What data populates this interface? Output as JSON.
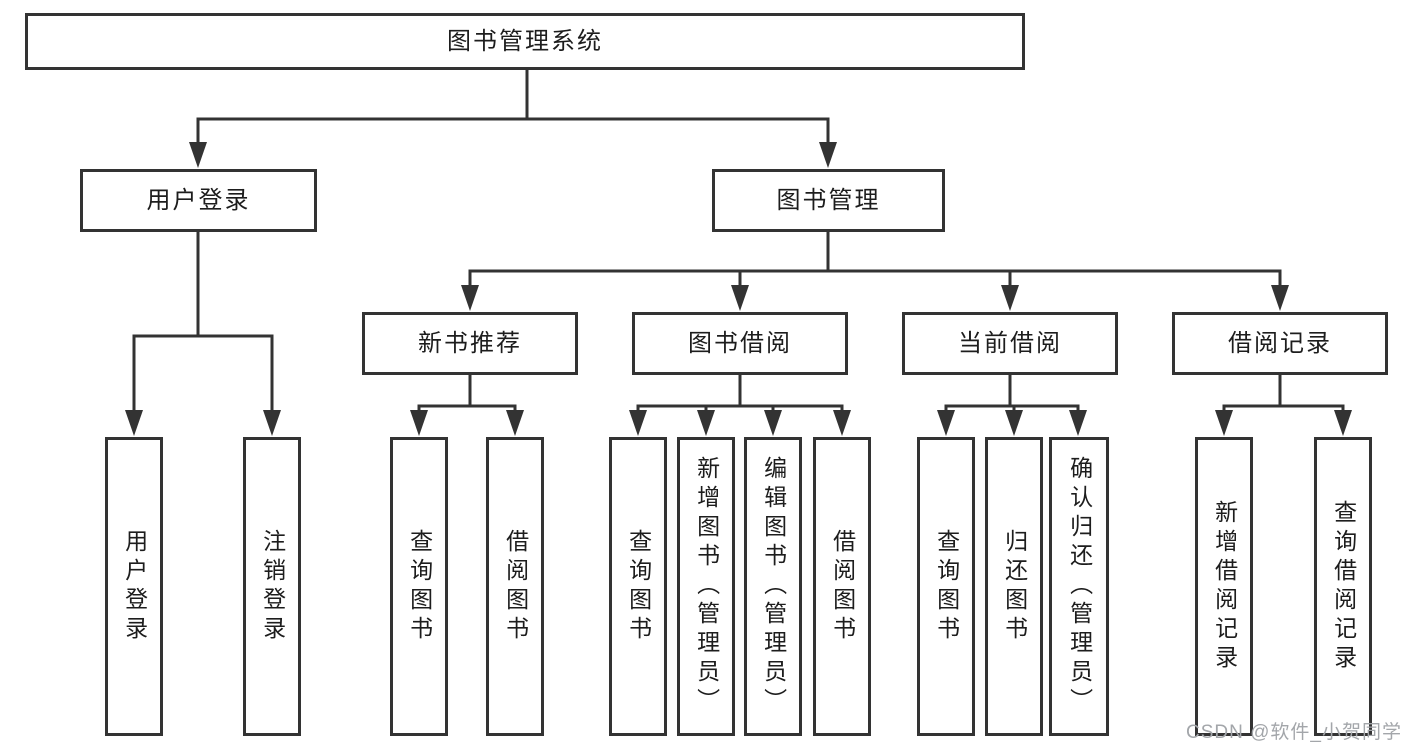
{
  "tree": {
    "root": {
      "label": "图书管理系统",
      "children": [
        {
          "label": "用户登录",
          "children": [
            {
              "label": "用户登录"
            },
            {
              "label": "注销登录"
            }
          ]
        },
        {
          "label": "图书管理",
          "children": [
            {
              "label": "新书推荐",
              "children": [
                {
                  "label": "查询图书"
                },
                {
                  "label": "借阅图书"
                }
              ]
            },
            {
              "label": "图书借阅",
              "children": [
                {
                  "label": "查询图书"
                },
                {
                  "label": "新增图书（管理员）"
                },
                {
                  "label": "编辑图书（管理员）"
                },
                {
                  "label": "借阅图书"
                }
              ]
            },
            {
              "label": "当前借阅",
              "children": [
                {
                  "label": "查询图书"
                },
                {
                  "label": "归还图书"
                },
                {
                  "label": "确认归还（管理员）"
                }
              ]
            },
            {
              "label": "借阅记录",
              "children": [
                {
                  "label": "新增借阅记录"
                },
                {
                  "label": "查询借阅记录"
                }
              ]
            }
          ]
        }
      ]
    }
  },
  "watermark": {
    "text": "CSDN @软件_小贺同学"
  },
  "colors": {
    "line": "#333333",
    "text": "#1d1d1d",
    "watermark": "#a3a6aa",
    "background": "#ffffff"
  }
}
